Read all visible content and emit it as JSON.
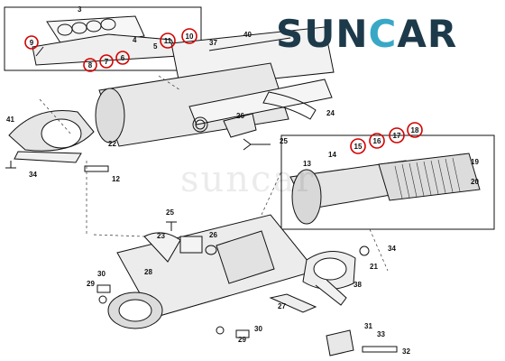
{
  "brand": {
    "text_part1": "SUN",
    "text_part2": "AR",
    "c_letter": "C",
    "colors": {
      "dark": "#1d3a4a",
      "accent": "#39a8c7"
    }
  },
  "watermark": "suncar",
  "labels": [
    {
      "id": "3"
    },
    {
      "id": "9"
    },
    {
      "id": "4"
    },
    {
      "id": "5"
    },
    {
      "id": "8"
    },
    {
      "id": "7"
    },
    {
      "id": "6"
    },
    {
      "id": "11"
    },
    {
      "id": "10"
    },
    {
      "id": "37"
    },
    {
      "id": "40"
    },
    {
      "id": "41"
    },
    {
      "id": "26"
    },
    {
      "id": "24"
    },
    {
      "id": "25"
    },
    {
      "id": "22"
    },
    {
      "id": "34"
    },
    {
      "id": "12"
    },
    {
      "id": "18"
    },
    {
      "id": "17"
    },
    {
      "id": "16"
    },
    {
      "id": "15"
    },
    {
      "id": "14"
    },
    {
      "id": "13"
    },
    {
      "id": "19"
    },
    {
      "id": "20"
    },
    {
      "id": "25b",
      "text": "25"
    },
    {
      "id": "23"
    },
    {
      "id": "26b",
      "text": "26"
    },
    {
      "id": "34b",
      "text": "34"
    },
    {
      "id": "21"
    },
    {
      "id": "38"
    },
    {
      "id": "28"
    },
    {
      "id": "30"
    },
    {
      "id": "29"
    },
    {
      "id": "27"
    },
    {
      "id": "30b",
      "text": "30"
    },
    {
      "id": "29b",
      "text": "29"
    },
    {
      "id": "31"
    },
    {
      "id": "33"
    },
    {
      "id": "32"
    }
  ],
  "highlight_color": "#d40000"
}
